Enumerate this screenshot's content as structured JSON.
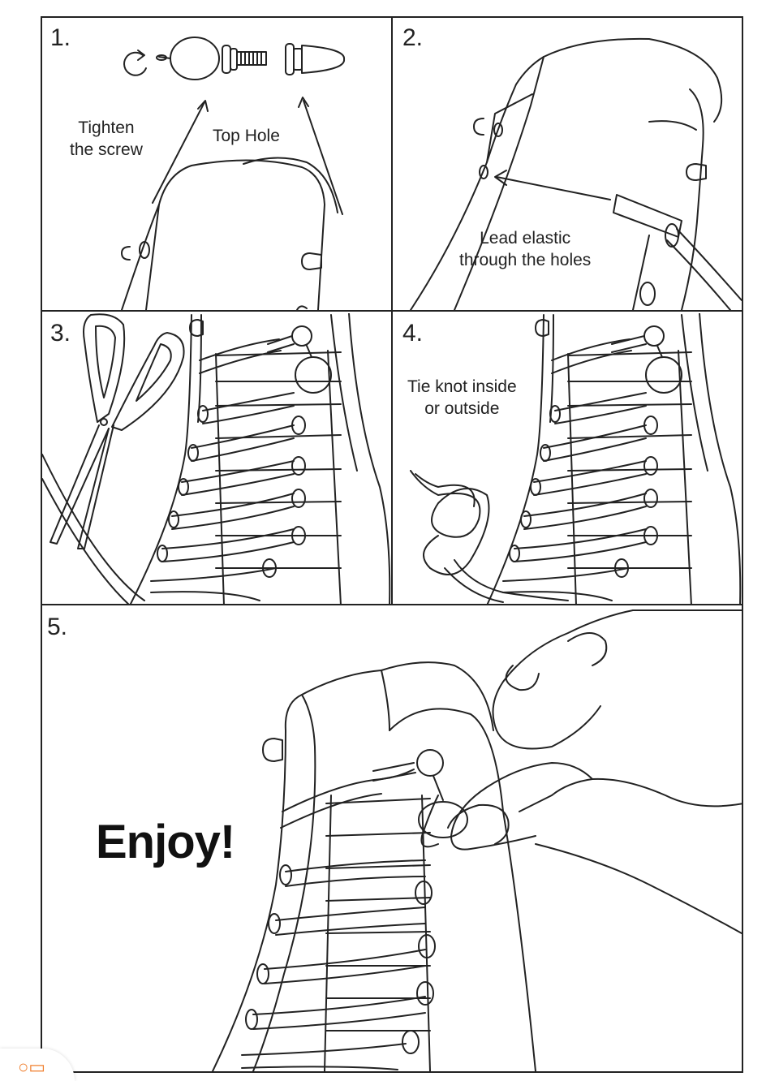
{
  "steps": [
    {
      "number": "1.",
      "captions": [
        "Tighten\nthe screw",
        "Top Hole"
      ]
    },
    {
      "number": "2.",
      "captions": [
        "Lead elastic\nthrough the  holes"
      ]
    },
    {
      "number": "3.",
      "captions": []
    },
    {
      "number": "4.",
      "captions": [
        "Tie knot inside\nor outside"
      ]
    },
    {
      "number": "5.",
      "captions": [
        "Enjoy!"
      ]
    }
  ],
  "colors": {
    "line": "#222222",
    "badge": "#f08030"
  },
  "badge": {
    "icon": "video-camera-icon"
  }
}
